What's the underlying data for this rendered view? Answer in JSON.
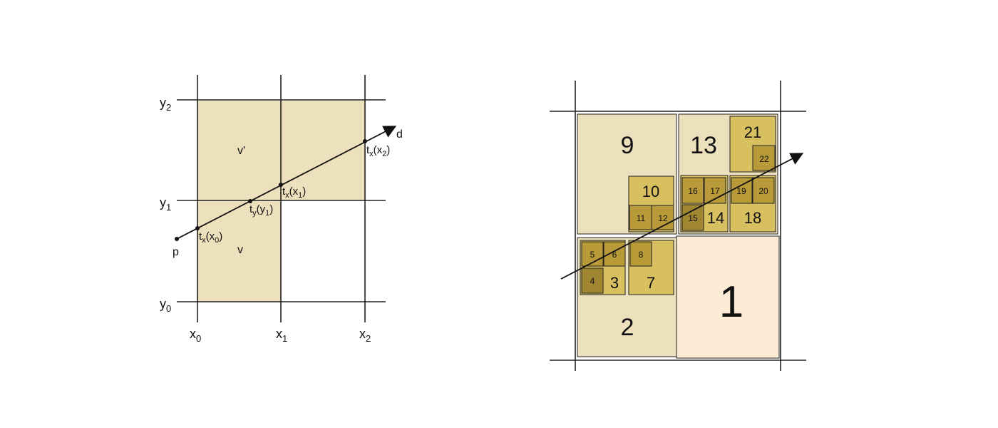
{
  "colors": {
    "cell_fill": "#ede0bd",
    "light_fill": "#fdecd5",
    "mid_fill": "#ecdcaf",
    "dark_fill": "#d8bf60",
    "darker_fill": "#b89a38",
    "darkest_fill": "#a08630",
    "line": "#222222"
  },
  "left": {
    "axes": {
      "y2": "y",
      "y1": "y",
      "y0": "y",
      "x0": "x",
      "x1": "x",
      "x2": "x"
    },
    "axis_subs": {
      "y2": "2",
      "y1": "1",
      "y0": "0",
      "x0": "0",
      "x1": "1",
      "x2": "2"
    },
    "cells": {
      "upper": "v'",
      "lower": "v"
    },
    "ray": {
      "origin": "p",
      "direction": "d"
    },
    "points": {
      "tx_x0": {
        "base": "t",
        "sub": "x",
        "paren": "(x",
        "psub": "0",
        "close": ")"
      },
      "ty_y1": {
        "base": "t",
        "sub": "y",
        "paren": "(y",
        "psub": "1",
        "close": ")"
      },
      "tx_x1": {
        "base": "t",
        "sub": "x",
        "paren": "(x",
        "psub": "1",
        "close": ")"
      },
      "tx_x2": {
        "base": "t",
        "sub": "x",
        "paren": "(x",
        "psub": "2",
        "close": ")"
      }
    }
  },
  "right": {
    "nodes": {
      "n1": "1",
      "n2": "2",
      "n3": "3",
      "n4": "4",
      "n5": "5",
      "n6": "6",
      "n7": "7",
      "n8": "8",
      "n9": "9",
      "n10": "10",
      "n11": "11",
      "n12": "12",
      "n13": "13",
      "n14": "14",
      "n15": "15",
      "n16": "16",
      "n17": "17",
      "n18": "18",
      "n19": "19",
      "n20": "20",
      "n21": "21",
      "n22": "22"
    }
  }
}
